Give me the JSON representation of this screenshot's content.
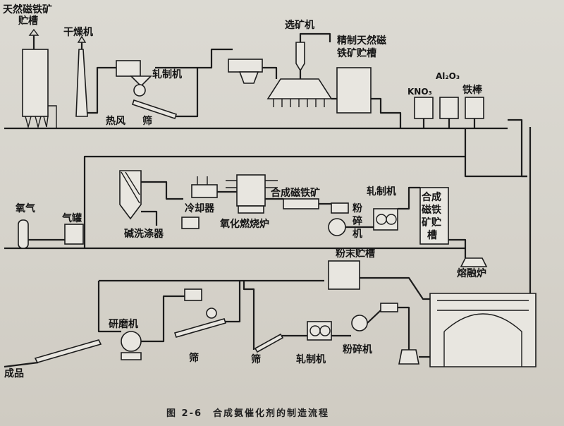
{
  "labels": {
    "natural_magnetite_bin_1": "天然磁铁矿",
    "natural_magnetite_bin_2": "贮槽",
    "dryer": "干燥机",
    "rolling_mill_top": "轧制机",
    "hot_air": "热风",
    "screen_top": "筛",
    "concentrator": "选矿机",
    "refined_bin_1": "精制天然磁",
    "refined_bin_2": "铁矿贮槽",
    "kno3": "KNO₃",
    "al2o3": "Al₂O₃",
    "iron_rod": "铁棒",
    "oxygen": "氧气",
    "gas_tank": "气罐",
    "cooler": "冷却器",
    "alkali_washer": "碱洗涤器",
    "oxidation_furnace": "氧化燃烧炉",
    "synthetic_magnetite": "合成磁铁矿",
    "rolling_mill_mid": "轧制机",
    "crusher_mid_1": "粉",
    "crusher_mid_2": "碎",
    "crusher_mid_3": "机",
    "synthetic_bin_1": "合成",
    "synthetic_bin_2": "磁铁",
    "synthetic_bin_3": "矿贮",
    "synthetic_bin_4": "槽",
    "powder_bin": "粉末贮槽",
    "melting_furnace": "熔融炉",
    "grinder": "研磨机",
    "product": "成品",
    "screen_bottom_1": "筛",
    "screen_bottom_2": "筛",
    "rolling_mill_bottom": "轧制机",
    "crusher_bottom": "粉碎机"
  },
  "caption": "图 2-6　合成氨催化剂的制造流程"
}
